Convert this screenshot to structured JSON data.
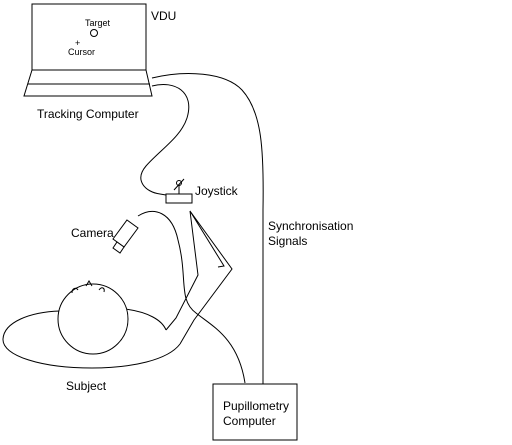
{
  "labels": {
    "vdu": "VDU",
    "target": "Target",
    "cursor": "Cursor",
    "cursor_mark": "+",
    "tracking_computer": "Tracking Computer",
    "joystick": "Joystick",
    "camera": "Camera",
    "sync_line1": "Synchronisation",
    "sync_line2": "Signals",
    "subject": "Subject",
    "pupillometry_line1": "Pupillometry",
    "pupillometry_line2": "Computer"
  },
  "colors": {
    "line": "#000000",
    "background": "#ffffff"
  }
}
